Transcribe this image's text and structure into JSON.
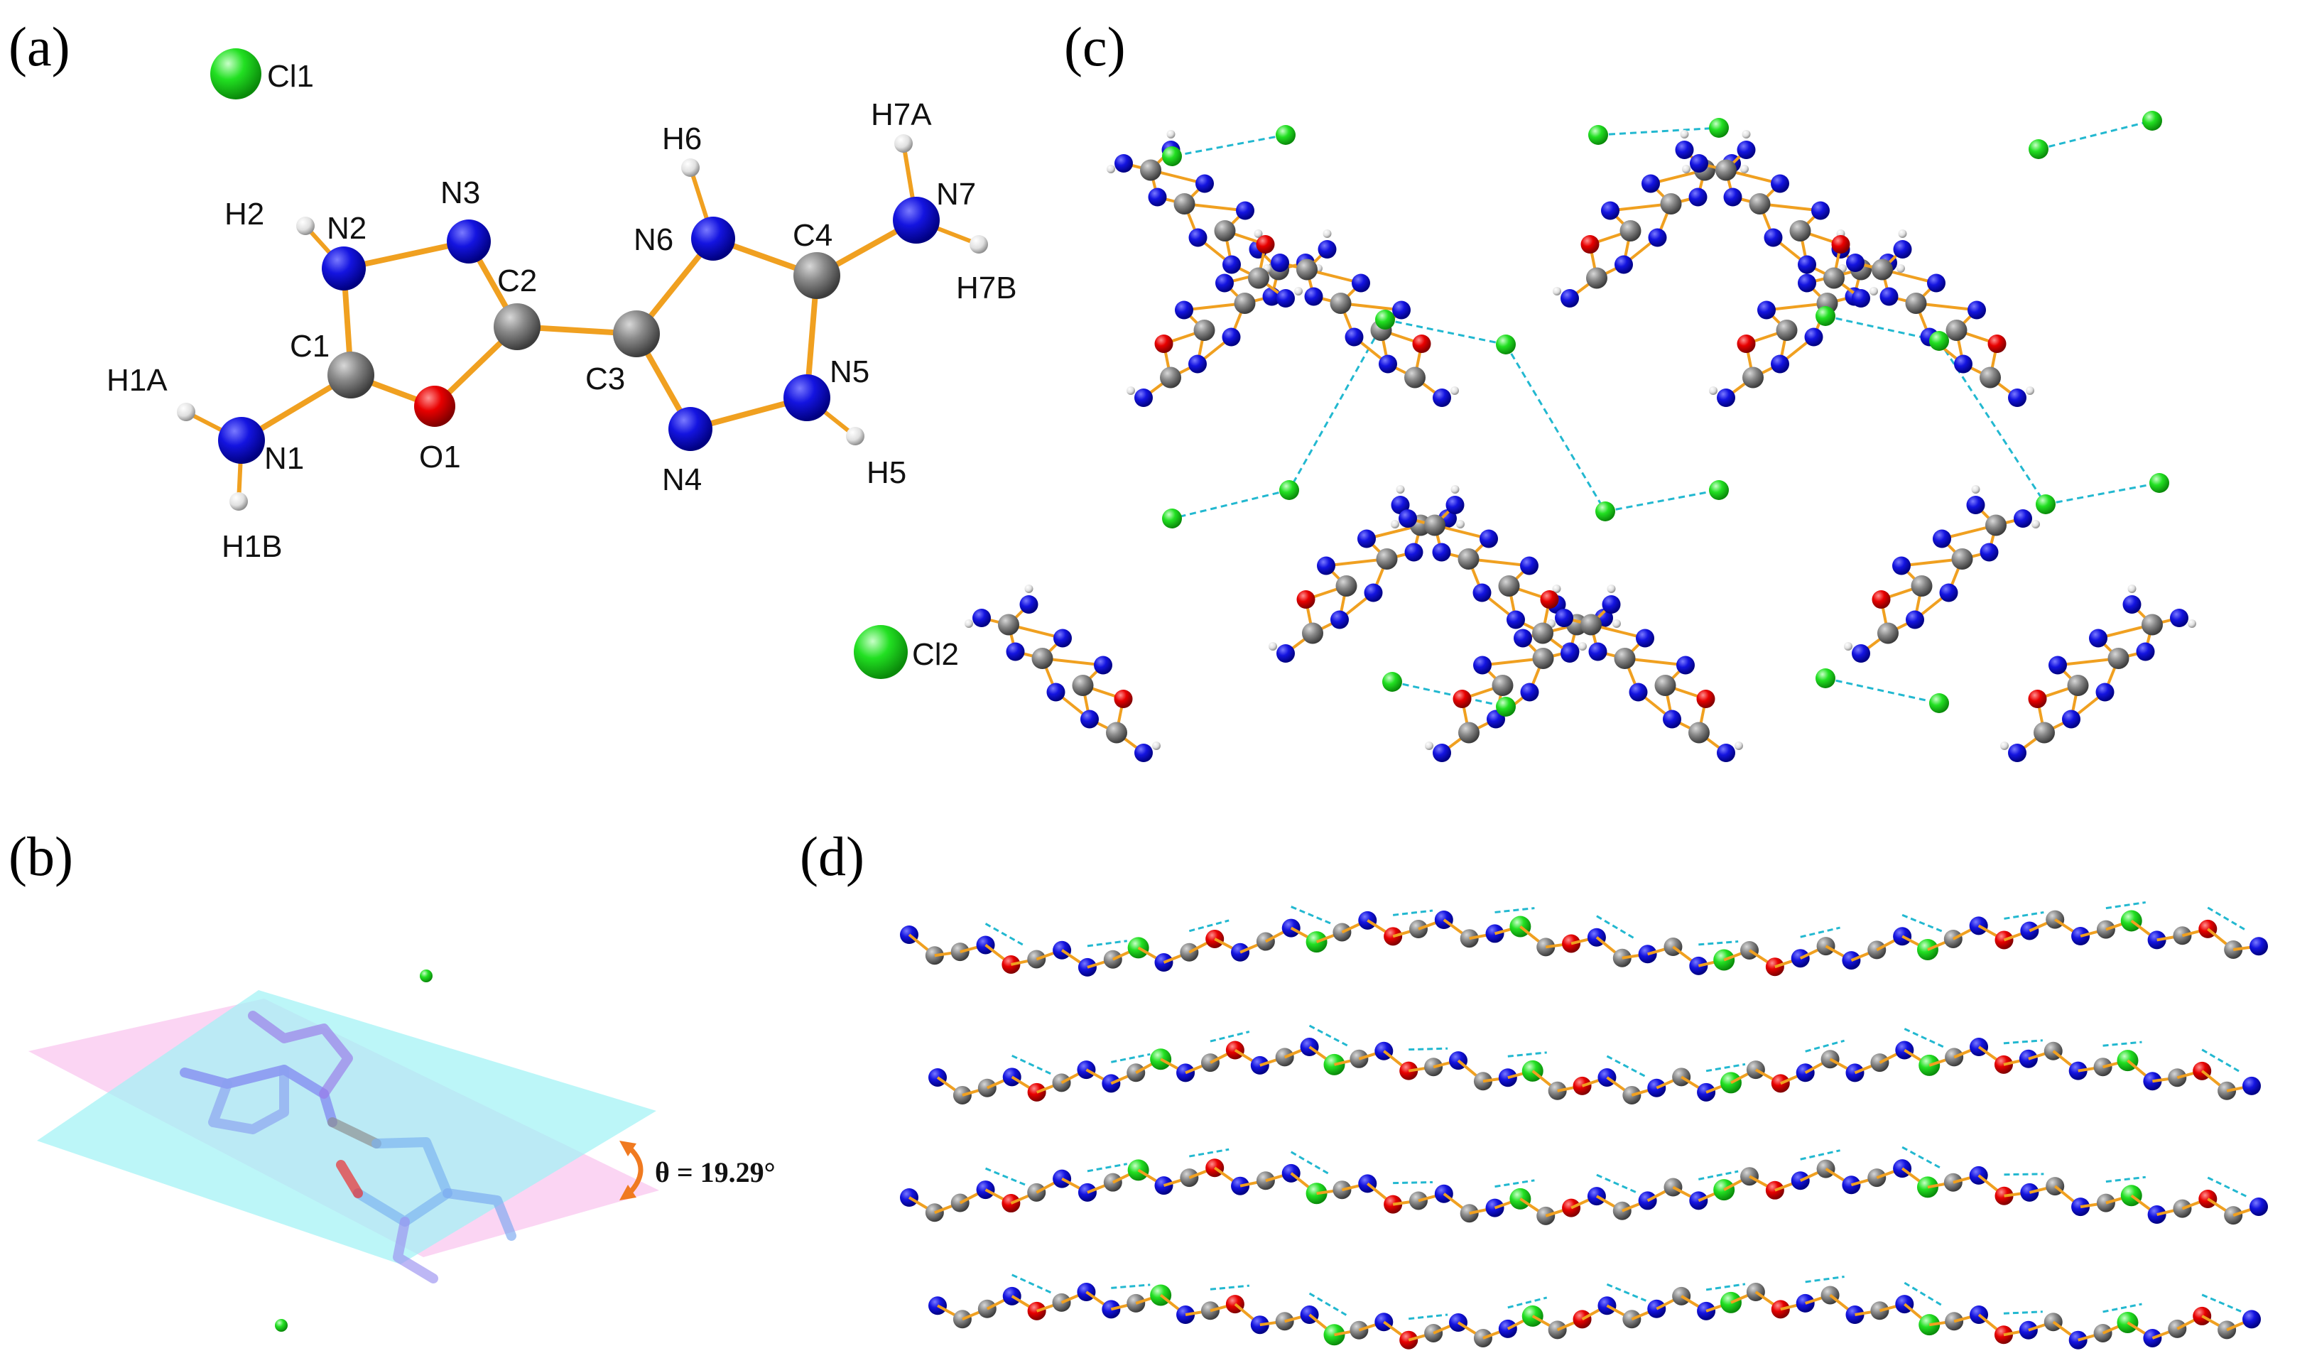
{
  "panels": {
    "a": {
      "label": "(a)"
    },
    "b": {
      "label": "(b)",
      "angle_text": "θ = 19.29°"
    },
    "c": {
      "label": "(c)"
    },
    "d": {
      "label": "(d)"
    }
  },
  "atoms": {
    "cl1": "Cl1",
    "cl2": "Cl2",
    "n1": "N1",
    "n2": "N2",
    "n3": "N3",
    "n4": "N4",
    "n5": "N5",
    "n6": "N6",
    "n7": "N7",
    "c1": "C1",
    "c2": "C2",
    "c3": "C3",
    "c4": "C4",
    "o1": "O1",
    "h1a": "H1A",
    "h1b": "H1B",
    "h2": "H2",
    "h5": "H5",
    "h6": "H6",
    "h7a": "H7A",
    "h7b": "H7B"
  },
  "colors": {
    "nitrogen": "#0a0ad8",
    "carbon": "#808080",
    "oxygen": "#e00000",
    "chlorine": "#22dd22",
    "hydrogen": "#e8e8e8",
    "bond": "#f0a020",
    "hbond": "#22b8d0",
    "plane1": "#9ff2f5",
    "plane2": "#f7b3ea",
    "arrow": "#f07a20"
  }
}
